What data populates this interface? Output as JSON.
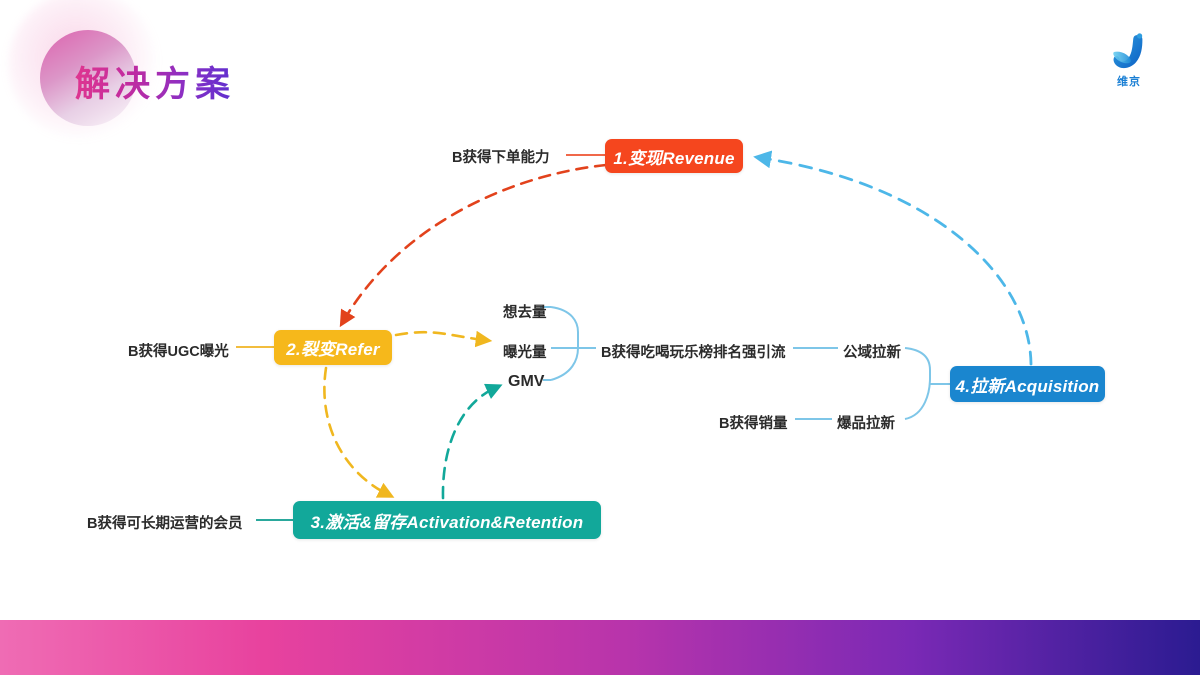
{
  "slide": {
    "title": "解决方案",
    "background_color": "#ffffff"
  },
  "logo": {
    "icon": "viking-bird-logo-icon",
    "text": "维京",
    "color": "#1a7fd4"
  },
  "nodes": [
    {
      "id": "revenue",
      "label": "1.变现Revenue",
      "color": "#f5461e"
    },
    {
      "id": "refer",
      "label": "2.裂变Refer",
      "color": "#f6b81b"
    },
    {
      "id": "activation",
      "label": "3.激活&留存Activation&Retention",
      "color": "#12a89a"
    },
    {
      "id": "acquisition",
      "label": "4.拉新Acquisition",
      "color": "#1a86cf"
    }
  ],
  "labels": {
    "order_capability": "B获得下单能力",
    "ugc_exposure": "B获得UGC曝光",
    "long_term_member": "B获得可长期运营的会员",
    "want_to_go": "想去量",
    "exposure_volume": "曝光量",
    "gmv": "GMV",
    "rank_traffic": "B获得吃喝玩乐榜排名强引流",
    "sales_volume": "B获得销量",
    "public_acquisition": "公域拉新",
    "hot_product_acquisition": "爆品拉新"
  },
  "connectors": [
    {
      "from": "revenue",
      "to": "refer",
      "style": "dashed",
      "color": "#e2421c"
    },
    {
      "from": "refer",
      "to": "exposure",
      "style": "dashed",
      "color": "#f0b71f"
    },
    {
      "from": "refer",
      "to": "activation",
      "style": "dashed",
      "color": "#f0b71f"
    },
    {
      "from": "activation",
      "to": "gmv",
      "style": "dashed",
      "color": "#12a89a"
    },
    {
      "from": "acquisition",
      "to": "revenue",
      "style": "dashed",
      "color": "#4db7e8"
    }
  ],
  "footer": {
    "gradient_from": "#ef6cb4",
    "gradient_to": "#2b1b91"
  }
}
